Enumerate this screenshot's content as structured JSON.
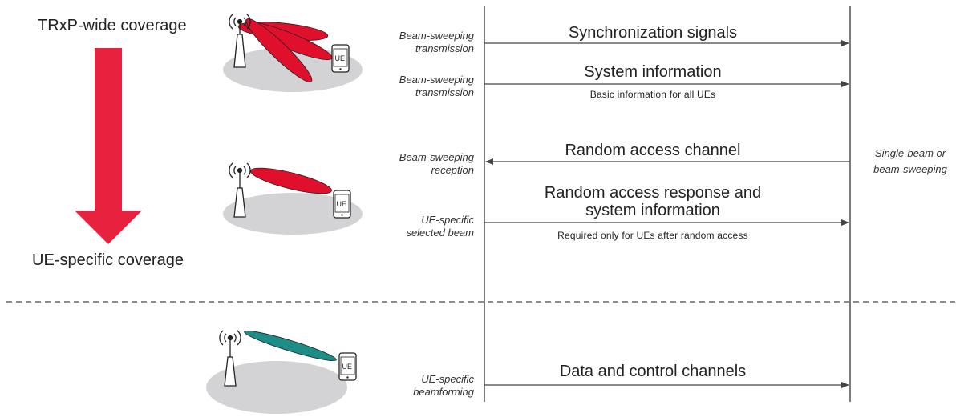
{
  "coverage": {
    "top_label": "TRxP-wide coverage",
    "bottom_label": "UE-specific coverage",
    "arrow_color": "#E8213F"
  },
  "colors": {
    "beam_broadcast": "#E0102D",
    "beam_data": "#1E8C87",
    "ground": "#D3D3D5",
    "lines": "#444444"
  },
  "icons": [
    "antenna-icon",
    "phone-icon",
    "ground-ellipse"
  ],
  "ue_label": "UE",
  "steps": [
    {
      "id": "sync",
      "side_label": "Beam-sweeping\ntransmission",
      "message": "Synchronization signals",
      "detail": "",
      "direction": "downlink"
    },
    {
      "id": "sysinfo",
      "side_label": "Beam-sweeping\ntransmission",
      "message": "System information",
      "detail": "Basic information for all UEs",
      "direction": "downlink"
    },
    {
      "id": "rach",
      "side_label": "Beam-sweeping\nreception",
      "message": "Random access channel",
      "detail": "",
      "direction": "uplink"
    },
    {
      "id": "rar",
      "side_label": "UE-specific\nselected beam",
      "message": "Random access response and\nsystem information",
      "detail": "Required only for UEs after random access",
      "direction": "downlink"
    },
    {
      "id": "data",
      "side_label": "UE-specific\nbeamforming",
      "message": "Data and control channels",
      "detail": "",
      "direction": "downlink"
    }
  ],
  "ue_side_note": "Single-beam or\nbeam-sweeping"
}
